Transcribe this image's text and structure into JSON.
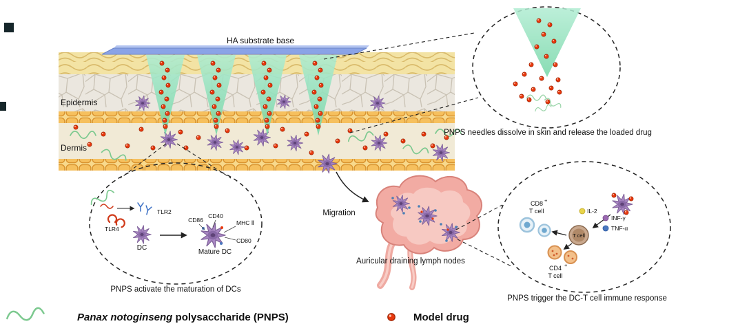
{
  "skin": {
    "ha_substrate": "HA substrate base",
    "epidermis": "Epidermis",
    "dermis": "Dermis"
  },
  "release_inset": {
    "caption": "PNPS needles dissolve in skin and release the loaded drug"
  },
  "dc_inset": {
    "tlr2": "TLR2",
    "tlr4": "TLR4",
    "dc": "DC",
    "cd86": "CD86",
    "cd40": "CD40",
    "mhc2": "MHC Ⅱ",
    "cd80": "CD80",
    "mature_dc": "Mature DC",
    "caption": "PNPS activate the maturation of DCs"
  },
  "migration": "Migration",
  "lymph_nodes": "Auricular draining lymph nodes",
  "tcell_inset": {
    "cd8": "CD8",
    "cd8_sup": "+",
    "cd8_cell": "T cell",
    "il2": "IL-2",
    "infg": "INF-γ",
    "tnfa": "TNF-α",
    "tcell": "T cell",
    "cd4": "CD4",
    "cd4_sup": "+",
    "cd4_cell": "T cell",
    "caption": "PNPS trigger the DC-T cell immune response"
  },
  "legend": {
    "pnps_italic": "Panax notoginseng",
    "pnps_regular": " polysaccharide  (PNPS)",
    "model_drug": "Model drug"
  },
  "colors": {
    "needle_green": "#74d6a6",
    "drug_red": "#e8380d",
    "substrate_blue": "#8aa3e6",
    "dc_purple": "#a886c2",
    "pnps_green": "#7cc98f",
    "lymph_pink": "#f2aba3",
    "cell_orange": "#f6c05e"
  }
}
